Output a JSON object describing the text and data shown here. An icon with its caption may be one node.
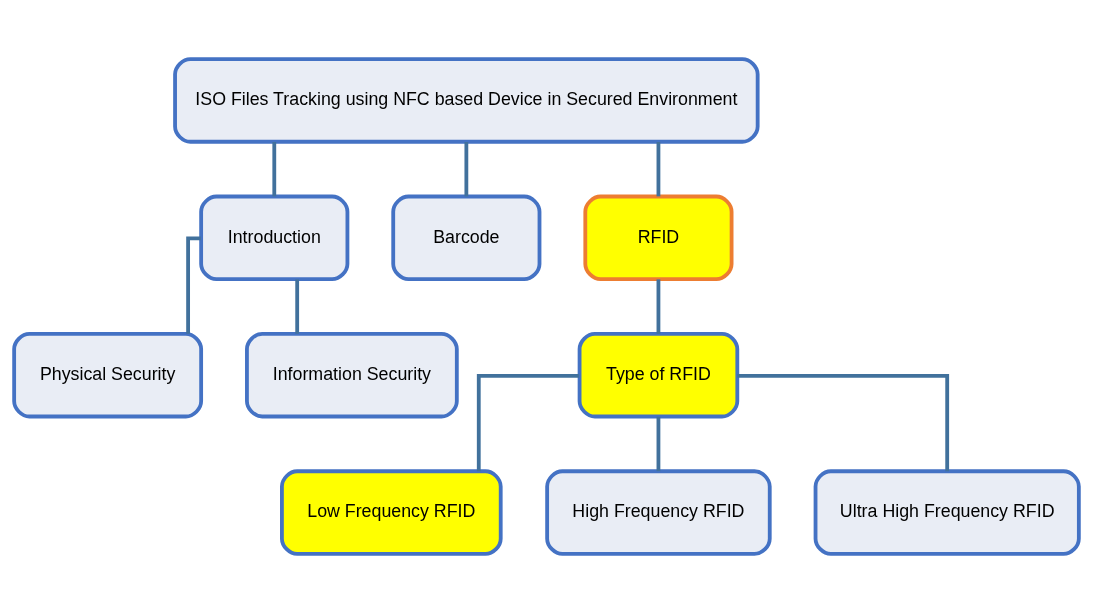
{
  "diagram": {
    "nodes": [
      {
        "text": [
          "ISO Files Tracking using NFC based Device in Secured Environment"
        ]
      },
      {
        "text": [
          "Introduction"
        ]
      },
      {
        "text": [
          "Barcode"
        ]
      },
      {
        "text": [
          "RFID"
        ]
      },
      {
        "text": [
          "Physical Security"
        ]
      },
      {
        "text": [
          "Information Security"
        ]
      },
      {
        "text": [
          "Type of RFID"
        ]
      },
      {
        "text": [
          "Low Frequency RFID"
        ]
      },
      {
        "text": [
          "High Frequency RFID"
        ]
      },
      {
        "text": [
          "Ultra High Frequency RFID"
        ]
      }
    ],
    "edges": [
      {
        "from": 0,
        "to": 1,
        "arrow": "none"
      },
      {
        "from": 0,
        "to": 2,
        "arrow": "none"
      },
      {
        "from": 0,
        "to": 3,
        "arrow": "none"
      },
      {
        "from": 1,
        "to": 4,
        "arrow": "none"
      },
      {
        "from": 1,
        "to": 5,
        "arrow": "none"
      },
      {
        "from": 3,
        "to": 6,
        "arrow": "none"
      },
      {
        "from": 6,
        "to": 7,
        "arrow": "none"
      },
      {
        "from": 6,
        "to": 8,
        "arrow": "none"
      },
      {
        "from": 6,
        "to": 9,
        "arrow": "none"
      }
    ]
  }
}
